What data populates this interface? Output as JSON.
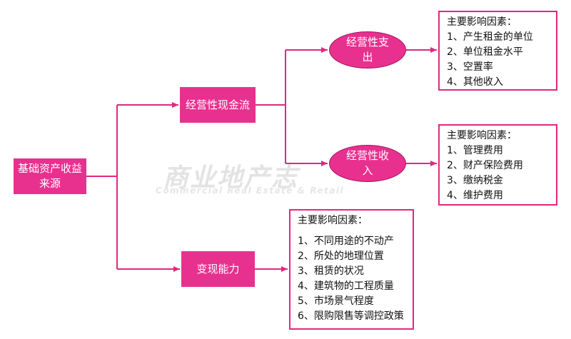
{
  "colors": {
    "accent": "#e8308f",
    "border": "#e0287e",
    "line": "#e0287e",
    "ellipse_stroke": "#a0165c"
  },
  "watermark": {
    "cn": "商业地产志",
    "en": "Commercial Real Estate & Retail"
  },
  "root": {
    "line1": "基础资产收益",
    "line2": "来源"
  },
  "nodes": {
    "operating_cashflow": "经营性现金流",
    "liquidity": "变现能力",
    "expense": {
      "line1": "经营性支",
      "line2": "出"
    },
    "income": {
      "line1": "经营性收",
      "line2": "入"
    }
  },
  "factors": {
    "expense": {
      "title": "主要影响因素：",
      "items": [
        "1、产生租金的单位",
        "2、单位租金水平",
        "3、空置率",
        "4、其他收入"
      ]
    },
    "income": {
      "title": "主要影响因素：",
      "items": [
        "1、管理费用",
        "2、财产保险费用",
        "3、缴纳税金",
        "4、维护费用"
      ]
    },
    "liquidity": {
      "title": "主要影响因素：",
      "items": [
        "1、不同用途的不动产",
        "2、所处的地理位置",
        "3、租赁的状况",
        "4、建筑物的工程质量",
        "5、市场景气程度",
        "6、限购限售等调控政策"
      ]
    }
  }
}
